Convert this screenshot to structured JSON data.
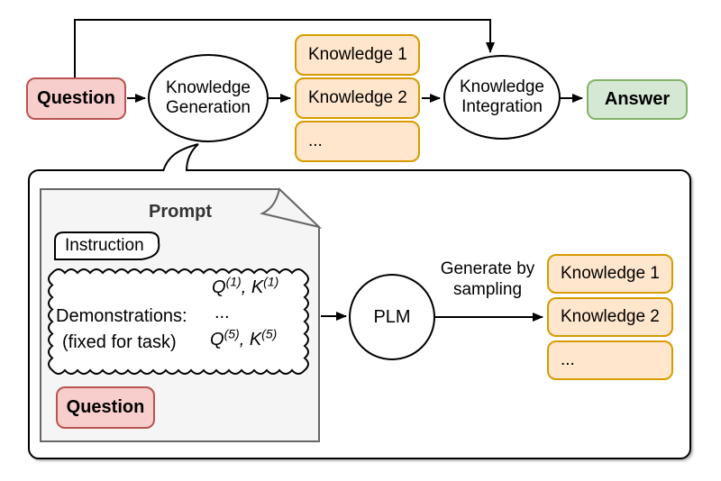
{
  "colors": {
    "red-fill": "#f8cecc",
    "red-stroke": "#b85450",
    "orange-fill": "#ffe6cc",
    "orange-stroke": "#d79b00",
    "green-fill": "#d5e8d4",
    "green-stroke": "#82b366",
    "gray-fill": "#f5f5f5",
    "gray-stroke": "#666666",
    "line": "#000000",
    "prompt-title": "#333333"
  },
  "pipeline": {
    "question_label": "Question",
    "generation_node": {
      "line1": "Knowledge",
      "line2": "Generation"
    },
    "knowledge_items": [
      "Knowledge 1",
      "Knowledge 2",
      "..."
    ],
    "integration_node": {
      "line1": "Knowledge",
      "line2": "Integration"
    },
    "answer_label": "Answer"
  },
  "generation_detail": {
    "prompt_title": "Prompt",
    "instruction_label": "Instruction",
    "demonstrations": {
      "label": "Demonstrations:",
      "note": "(fixed for task)",
      "ellipsis": "...",
      "pair1": {
        "q": "Q",
        "q_sup": "(1)",
        "comma": ", ",
        "k": "K",
        "k_sup": "(1)"
      },
      "pair5": {
        "q": "Q",
        "q_sup": "(5)",
        "comma": ", ",
        "k": "K",
        "k_sup": "(5)"
      }
    },
    "question_label": "Question",
    "plm_label": "PLM",
    "arrow_label": {
      "line1": "Generate by",
      "line2": "sampling"
    },
    "knowledge_items": [
      "Knowledge 1",
      "Knowledge 2",
      "..."
    ]
  }
}
